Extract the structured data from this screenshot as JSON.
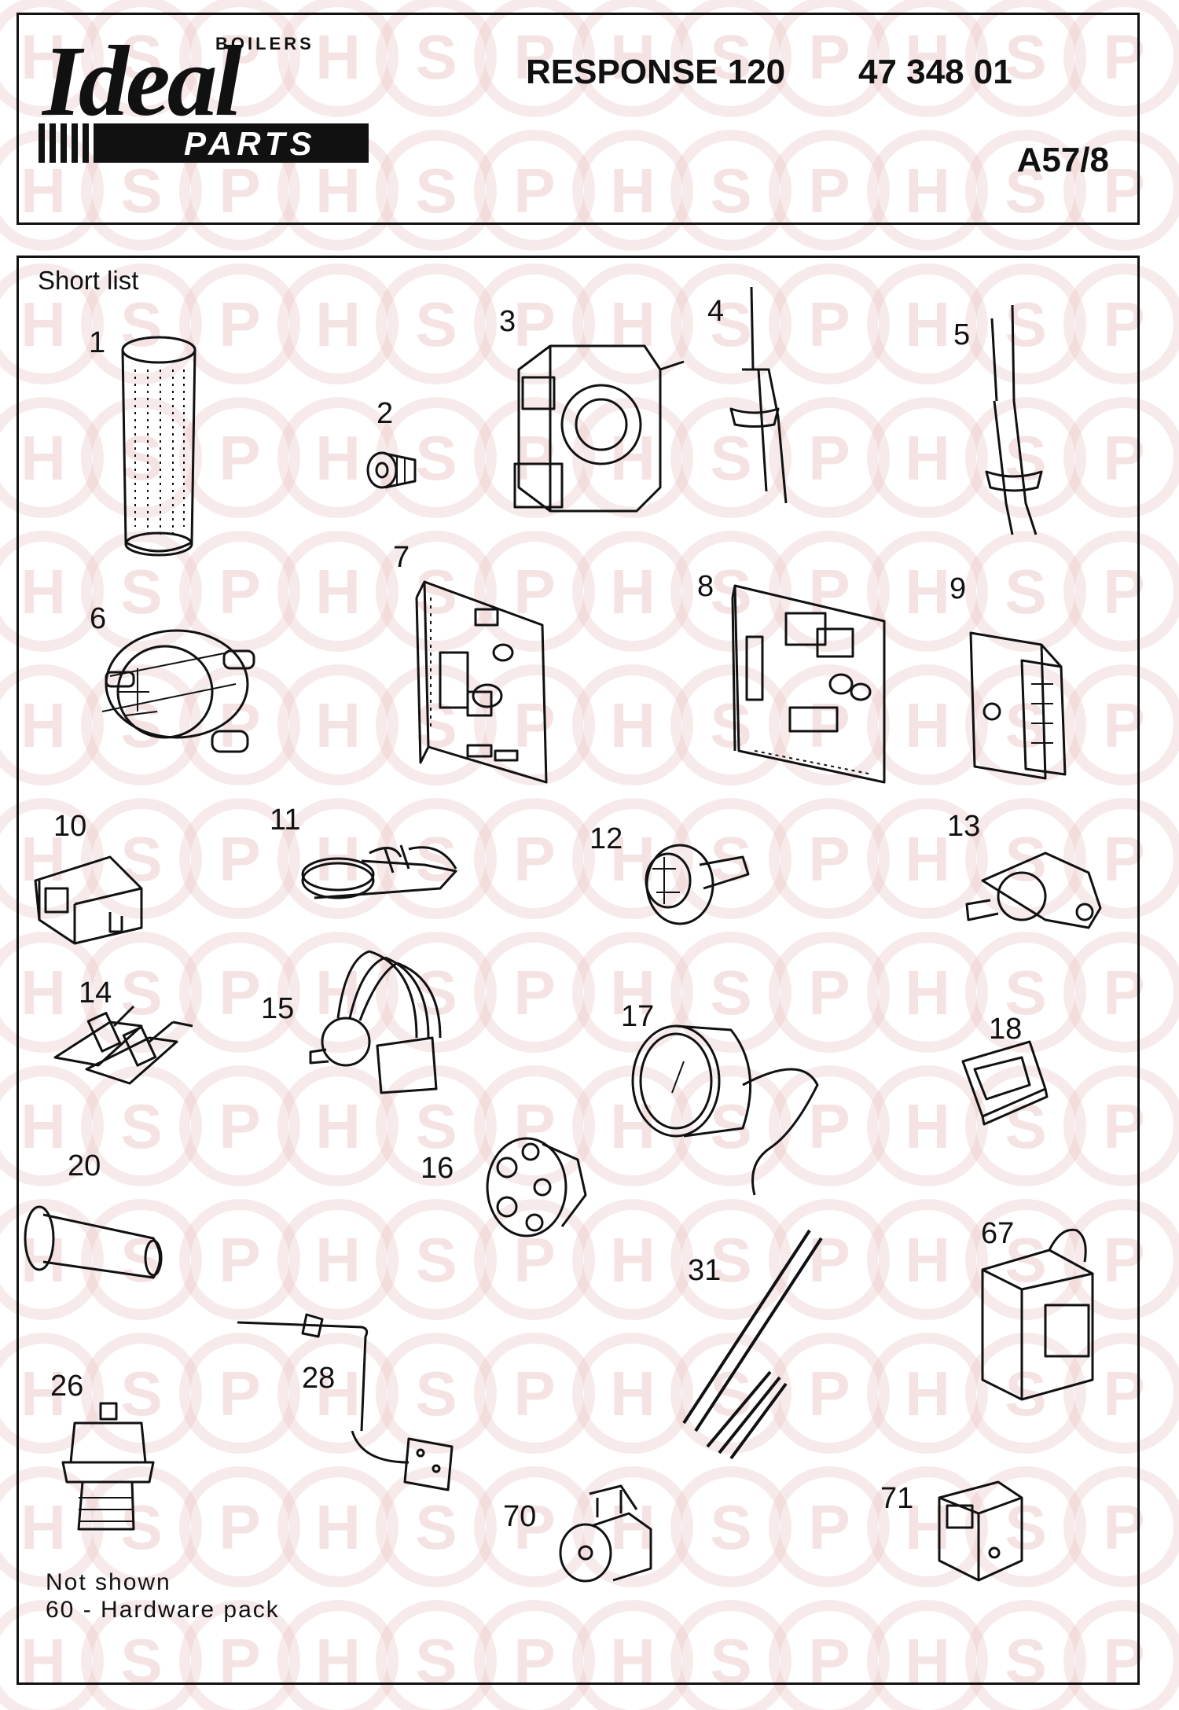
{
  "header": {
    "brand": "Ideal",
    "brand_sub": "BOILERS",
    "brand_parts": "PARTS",
    "model": "RESPONSE 120",
    "part_number": "47 348 01",
    "reference": "A57/8"
  },
  "panel": {
    "title": "Short list",
    "parts": [
      {
        "label": "1"
      },
      {
        "label": "2"
      },
      {
        "label": "3"
      },
      {
        "label": "4"
      },
      {
        "label": "5"
      },
      {
        "label": "6"
      },
      {
        "label": "7"
      },
      {
        "label": "8"
      },
      {
        "label": "9"
      },
      {
        "label": "10"
      },
      {
        "label": "11"
      },
      {
        "label": "12"
      },
      {
        "label": "13"
      },
      {
        "label": "14"
      },
      {
        "label": "15"
      },
      {
        "label": "16"
      },
      {
        "label": "17"
      },
      {
        "label": "18"
      },
      {
        "label": "20"
      },
      {
        "label": "26"
      },
      {
        "label": "28"
      },
      {
        "label": "31"
      },
      {
        "label": "67"
      },
      {
        "label": "70"
      },
      {
        "label": "71"
      }
    ],
    "note_line1": "Not shown",
    "note_line2": "60 - Hardware pack"
  },
  "watermark": {
    "letters": [
      "H",
      "S",
      "P"
    ],
    "color": "#e9c3c3"
  }
}
